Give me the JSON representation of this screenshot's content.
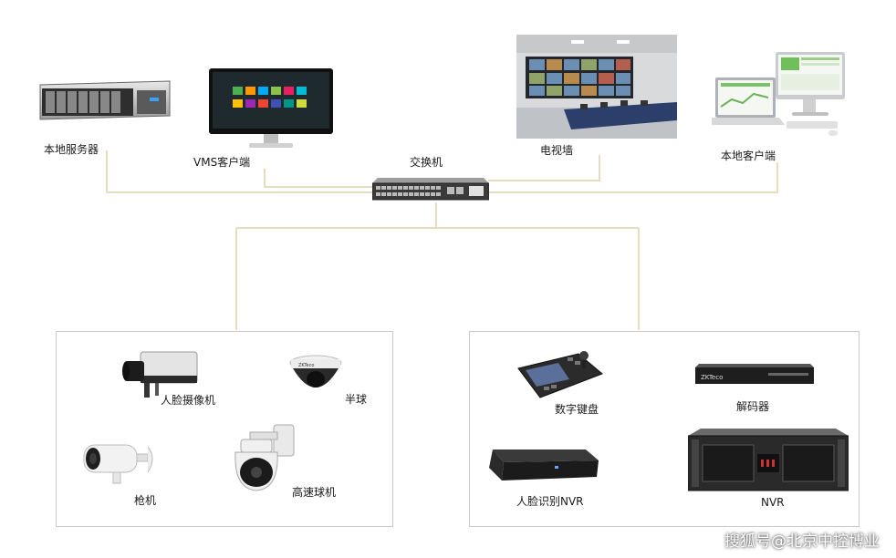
{
  "top_devices": {
    "server": "本地服务器",
    "vms": "VMS客户端",
    "switch": "交换机",
    "tv_wall": "电视墙",
    "local_client": "本地客户端"
  },
  "left_group": {
    "face_camera": "人脸摄像机",
    "dome": "半球",
    "bullet": "枪机",
    "speed_dome": "高速球机"
  },
  "right_group": {
    "keyboard": "数字键盘",
    "decoder": "解码器",
    "face_nvr": "人脸识别NVR",
    "nvr": "NVR"
  },
  "brand": "ZKTeco",
  "watermark": "搜狐号@北京中控博业",
  "colors": {
    "line": "#e6dcc0",
    "box_border": "#c9c9c9"
  }
}
